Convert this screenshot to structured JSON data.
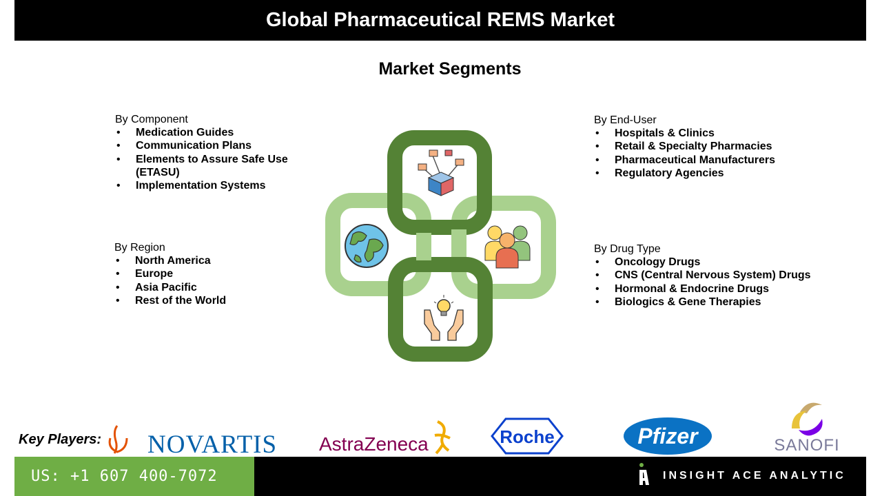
{
  "header": {
    "title": "Global Pharmaceutical REMS Market"
  },
  "subtitle": "Market Segments",
  "segments": {
    "component": {
      "heading": "By Component",
      "items": [
        "Medication Guides",
        "Communication Plans",
        "Elements to Assure Safe Use (ETASU)",
        "Implementation Systems"
      ]
    },
    "region": {
      "heading": "By Region",
      "items": [
        "North America",
        "Europe",
        "Asia Pacific",
        "Rest of the World"
      ]
    },
    "end_user": {
      "heading": "By  End-User",
      "items": [
        "Hospitals & Clinics",
        "Retail & Specialty Pharmacies",
        "Pharmaceutical Manufacturers",
        "Regulatory Agencies"
      ]
    },
    "drug_type": {
      "heading": "By  Drug Type",
      "items": [
        "Oncology Drugs",
        "CNS (Central Nervous System) Drugs",
        "Hormonal & Endocrine Drugs",
        "Biologics & Gene Therapies"
      ]
    }
  },
  "graphic": {
    "icons": [
      "network-cube-icon",
      "globe-icon",
      "people-group-icon",
      "hands-lightbulb-icon"
    ],
    "colors": {
      "dark_green": "#548235",
      "light_green": "#a9d18e"
    }
  },
  "key_players": {
    "label": "Key Players:",
    "logos": [
      "NOVARTIS",
      "AstraZeneca",
      "Roche",
      "Pfizer",
      "SANOFI"
    ]
  },
  "footer": {
    "phone": "US: +1 607 400-7072",
    "brand": "INSIGHT ACE ANALYTIC",
    "phone_bg": "#6fae45"
  }
}
